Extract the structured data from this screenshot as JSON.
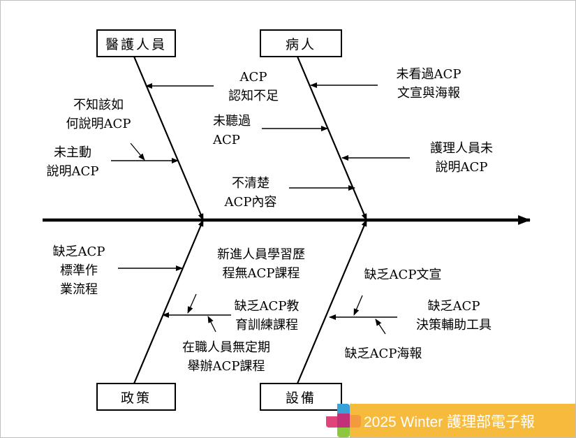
{
  "categories": {
    "staff": "醫護人員",
    "patient": "病人",
    "policy": "政策",
    "equipment": "設備"
  },
  "causes": {
    "staff": {
      "c1": [
        "不知該如",
        "何說明ACP"
      ],
      "c2": [
        "未主動",
        "說明ACP"
      ]
    },
    "patient": {
      "c1": [
        "ACP",
        "認知不足"
      ],
      "c2": [
        "未聽過",
        "ACP"
      ],
      "c3": [
        "不清楚",
        "ACP內容"
      ],
      "c4": [
        "未看過ACP",
        "文宣與海報"
      ],
      "c5": [
        "護理人員未",
        "說明ACP"
      ]
    },
    "policy": {
      "c1": [
        "缺乏ACP",
        "標準作",
        "業流程"
      ],
      "c2": [
        "新進人員學習歷",
        "程無ACP課程"
      ],
      "c3": [
        "缺乏ACP教",
        "育訓練課程"
      ],
      "c4": [
        "在職人員無定期",
        "舉辦ACP課程"
      ]
    },
    "equipment": {
      "c1": [
        "缺乏ACP文宣"
      ],
      "c2": [
        "缺乏ACP",
        "決策輔助工具"
      ],
      "c3": [
        "缺乏ACP海報"
      ]
    }
  },
  "footer": {
    "text": "2025 Winter 護理部電子報",
    "background": "#f6bb3d",
    "logo_icon": "cross-logo-icon"
  }
}
